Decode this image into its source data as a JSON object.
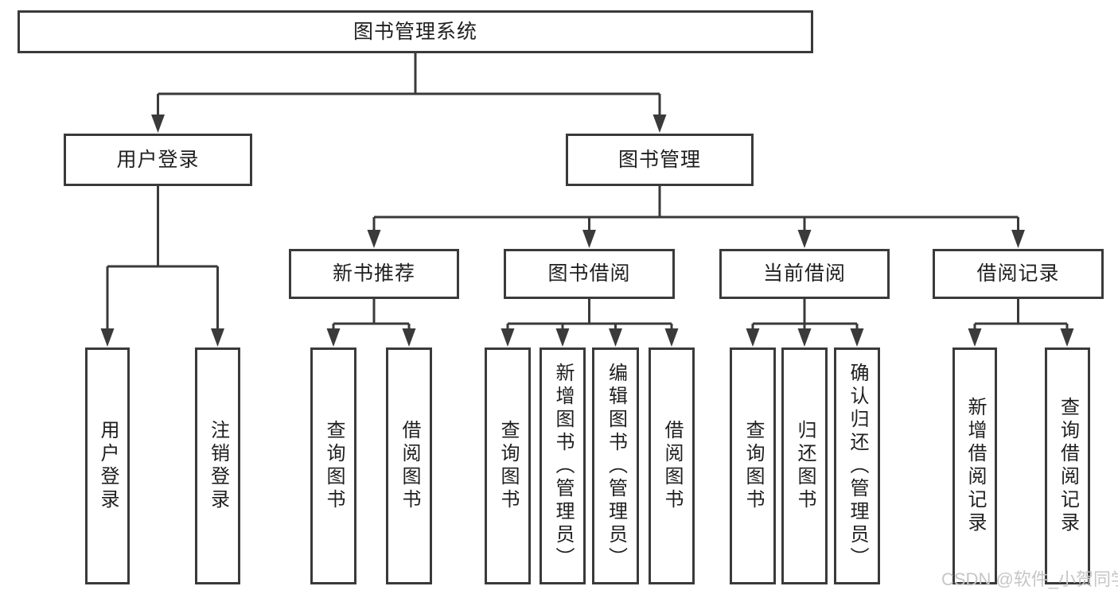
{
  "tree": {
    "root": {
      "label": "图书管理系统",
      "children": [
        {
          "label": "用户登录",
          "children": [
            {
              "label": "用户登录"
            },
            {
              "label": "注销登录"
            }
          ]
        },
        {
          "label": "图书管理",
          "children": [
            {
              "label": "新书推荐",
              "children": [
                {
                  "label": "查询图书"
                },
                {
                  "label": "借阅图书"
                }
              ]
            },
            {
              "label": "图书借阅",
              "children": [
                {
                  "label": "查询图书"
                },
                {
                  "label": "新增图书（管理员）"
                },
                {
                  "label": "编辑图书（管理员）"
                },
                {
                  "label": "借阅图书"
                }
              ]
            },
            {
              "label": "当前借阅",
              "children": [
                {
                  "label": "查询图书"
                },
                {
                  "label": "归还图书"
                },
                {
                  "label": "确认归还（管理员）"
                }
              ]
            },
            {
              "label": "借阅记录",
              "children": [
                {
                  "label": "新增借阅记录"
                },
                {
                  "label": "查询借阅记录"
                }
              ]
            }
          ]
        }
      ]
    }
  },
  "watermark": {
    "text": "CSDN @软件_小贺同学"
  },
  "colors": {
    "background": "#ffffff",
    "line": "#3a3a3a",
    "text": "#1f1f1f",
    "watermark": "#c6c6c6"
  }
}
